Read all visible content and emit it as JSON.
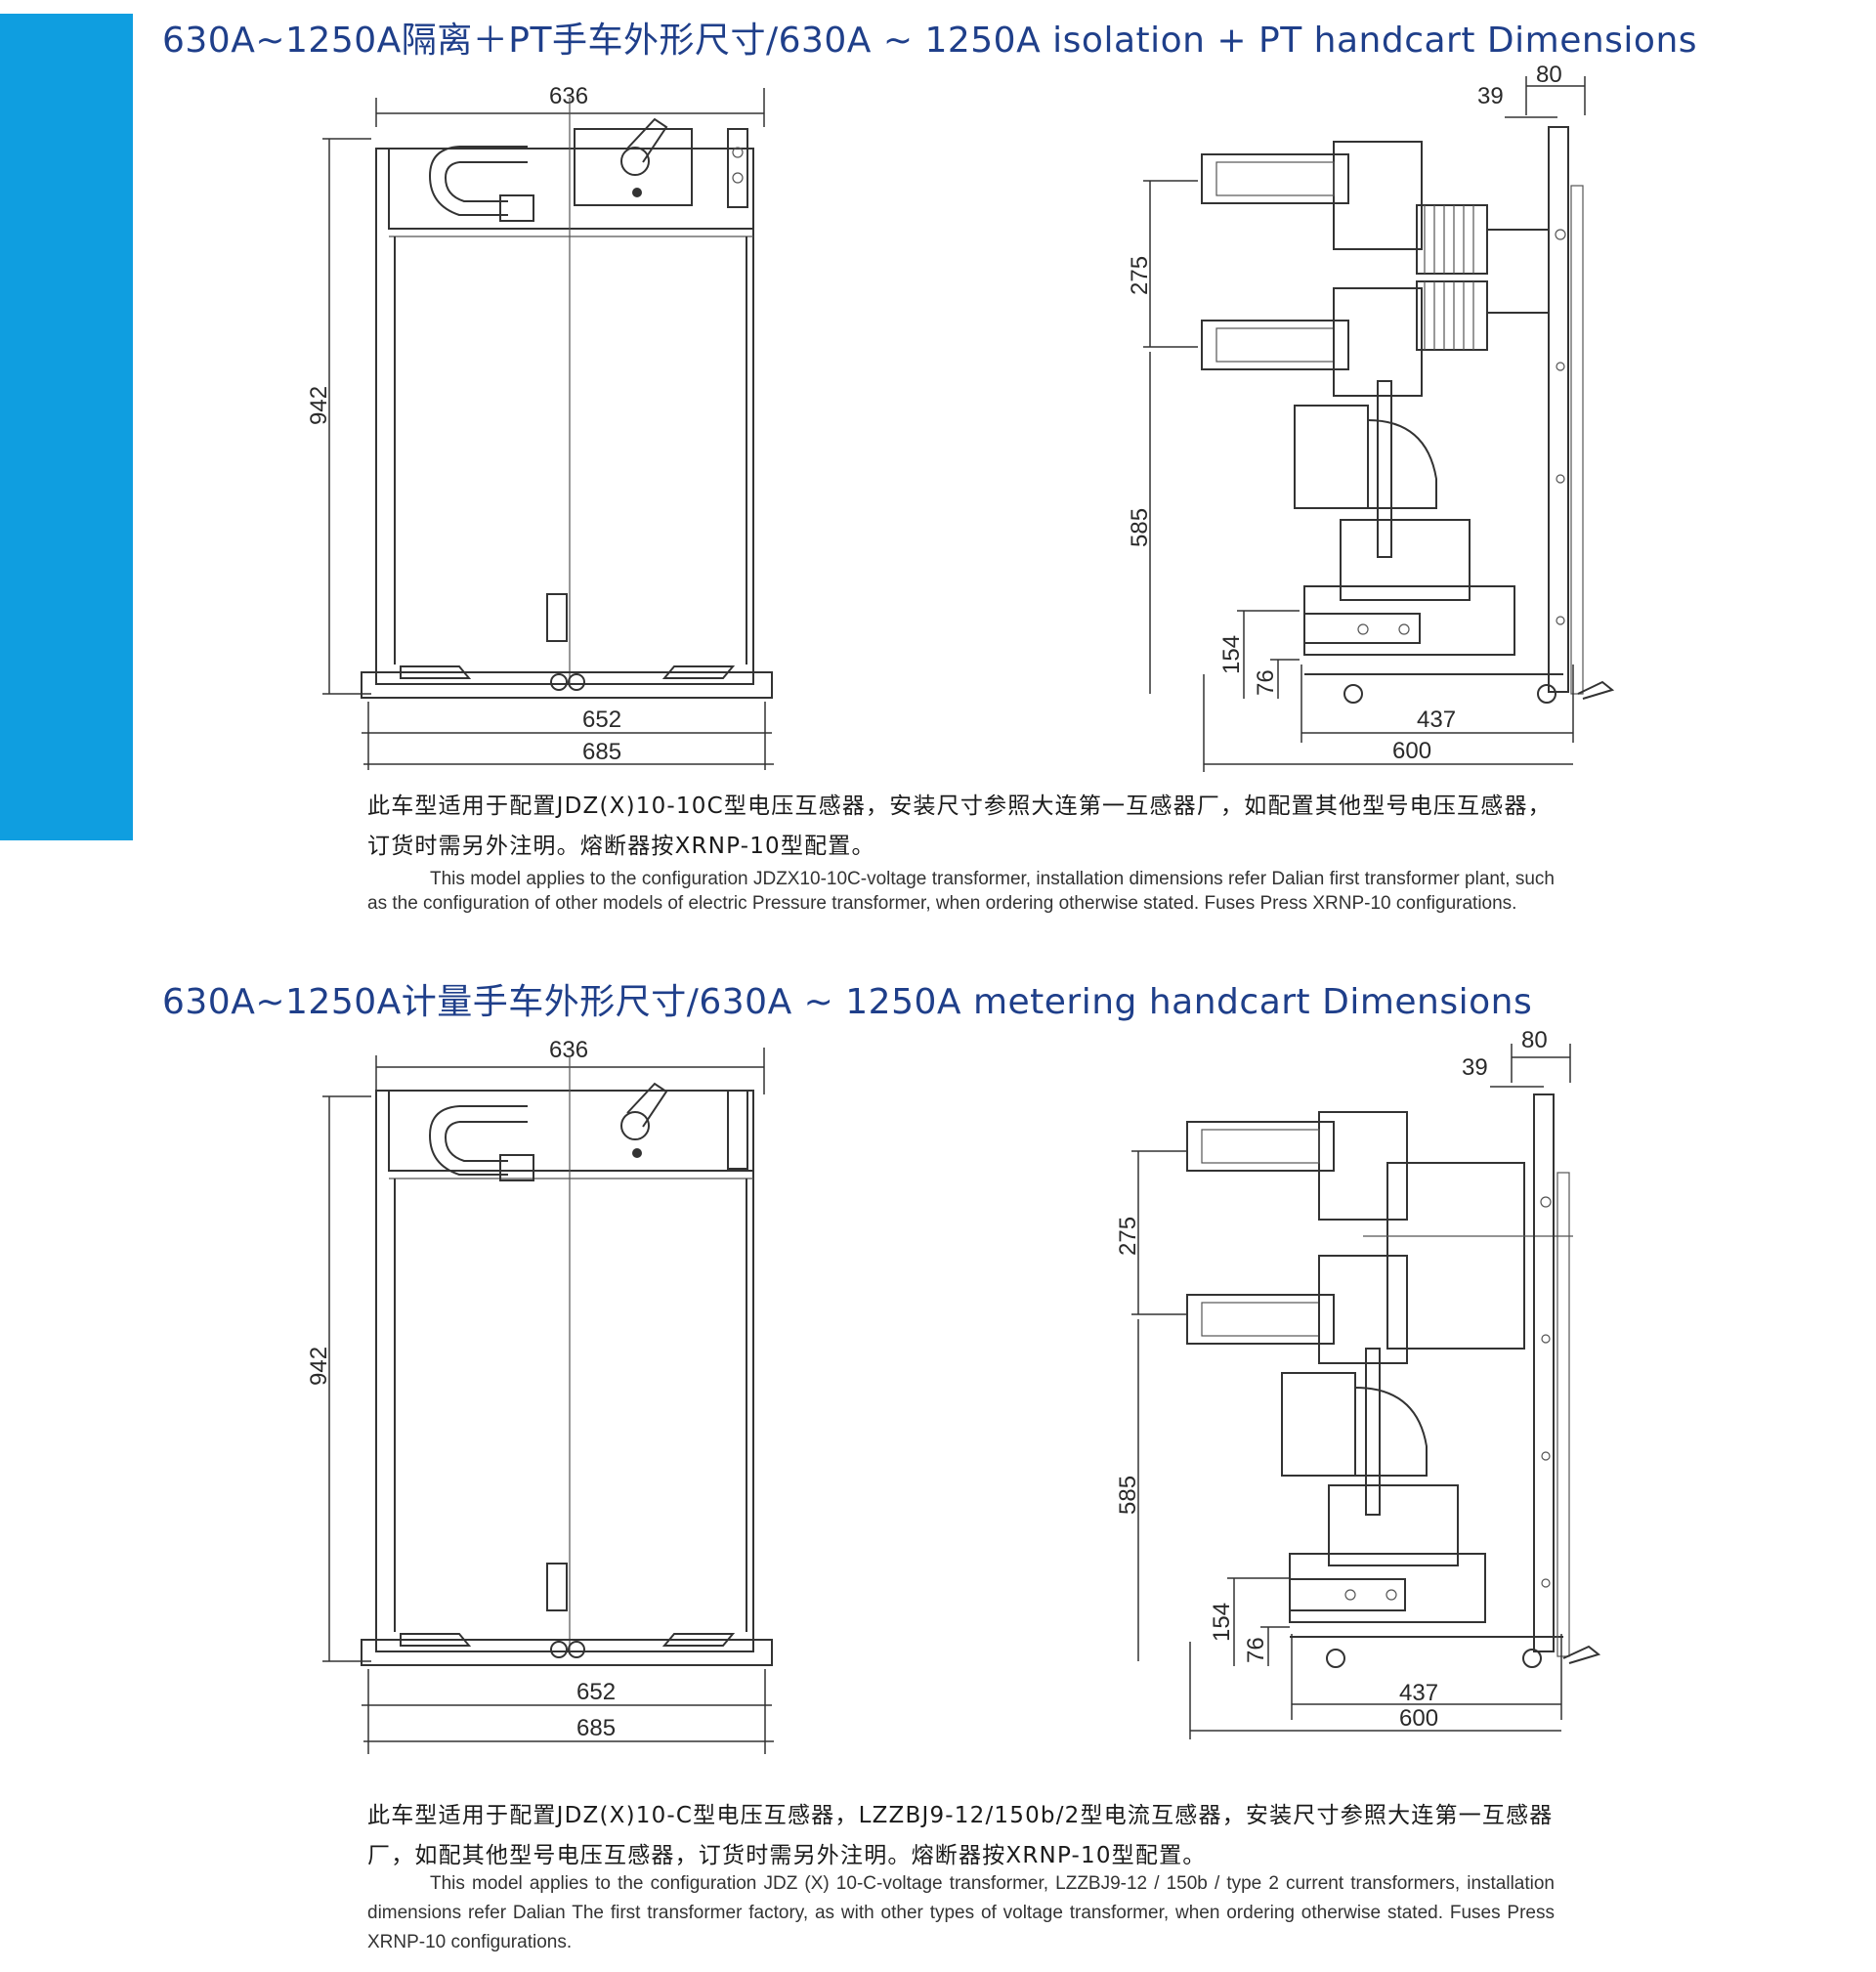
{
  "colors": {
    "accent": "#0f9ee0",
    "title": "#1f3f8a",
    "line": "#333333"
  },
  "sections": [
    {
      "title": "630A~1250A隔离＋PT手车外形尺寸/630A ~ 1250A isolation + PT handcart Dimensions",
      "front_dims": {
        "width_top": "636",
        "height": "942",
        "base_inner": "652",
        "base_outer": "685"
      },
      "side_dims": {
        "d80": "80",
        "d39": "39",
        "d275": "275",
        "d585": "585",
        "d154": "154",
        "d76": "76",
        "d437": "437",
        "d600": "600"
      },
      "note_cn": "此车型适用于配置JDZ(X)10-10C型电压互感器，安装尺寸参照大连第一互感器厂，如配置其他型号电压互感器，订货时需另外注明。熔断器按XRNP-10型配置。",
      "note_en": "This model applies to the configuration JDZX10-10C-voltage transformer, installation dimensions refer Dalian first transformer plant, such as the configuration of other models of electric Pressure transformer, when ordering otherwise stated. Fuses Press XRNP-10 configurations."
    },
    {
      "title": "630A~1250A计量手车外形尺寸/630A ~ 1250A metering handcart Dimensions",
      "front_dims": {
        "width_top": "636",
        "height": "942",
        "base_inner": "652",
        "base_outer": "685"
      },
      "side_dims": {
        "d80": "80",
        "d39": "39",
        "d275": "275",
        "d585": "585",
        "d154": "154",
        "d76": "76",
        "d437": "437",
        "d600": "600"
      },
      "note_cn": "此车型适用于配置JDZ(X)10-C型电压互感器，LZZBJ9-12/150b/2型电流互感器，安装尺寸参照大连第一互感器厂，如配其他型号电压互感器，订货时需另外注明。熔断器按XRNP-10型配置。",
      "note_en": "This model applies to the configuration JDZ (X) 10-C-voltage transformer, LZZBJ9-12 / 150b / type 2 current transformers, installation dimensions refer Dalian The first transformer factory, as with other types of voltage transformer, when ordering otherwise stated. Fuses Press XRNP-10 configurations."
    }
  ]
}
